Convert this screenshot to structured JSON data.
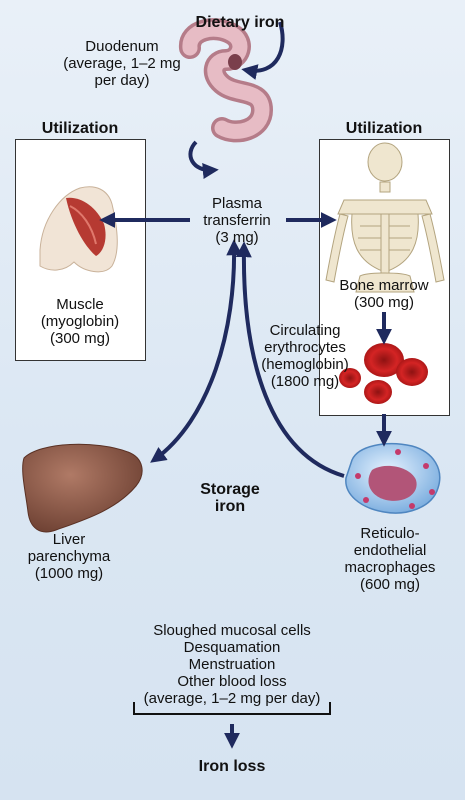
{
  "headings": {
    "dietary_iron": "Dietary iron",
    "utilization_left": "Utilization",
    "utilization_right": "Utilization",
    "storage_line1": "Storage",
    "storage_line2": "iron",
    "iron_loss": "Iron loss"
  },
  "duodenum": {
    "line1": "Duodenum",
    "line2": "(average, 1–2 mg",
    "line3": "per day)"
  },
  "plasma": {
    "line1": "Plasma",
    "line2": "transferrin",
    "line3": "(3 mg)"
  },
  "muscle": {
    "line1": "Muscle",
    "line2": "(myoglobin)",
    "line3": "(300 mg)"
  },
  "bone_marrow": {
    "line1": "Bone marrow",
    "line2": "(300 mg)"
  },
  "erythrocytes": {
    "line1": "Circulating",
    "line2": "erythrocytes",
    "line3": "(hemoglobin)",
    "line4": "(1800 mg)"
  },
  "liver": {
    "line1": "Liver",
    "line2": "parenchyma",
    "line3": "(1000 mg)"
  },
  "macrophages": {
    "line1": "Reticulo-",
    "line2": "endothelial",
    "line3": "macrophages",
    "line4": "(600 mg)"
  },
  "losses": {
    "line1": "Sloughed mucosal cells",
    "line2": "Desquamation",
    "line3": "Menstruation",
    "line4": "Other blood loss",
    "line5": "(average, 1–2 mg per day)"
  },
  "colors": {
    "arrow": "#1f2a5e",
    "background": "#e3ecf6",
    "liver": "#8a5a4a",
    "rbc": "#cc1f1f",
    "intestine": "#d9a9b3"
  }
}
